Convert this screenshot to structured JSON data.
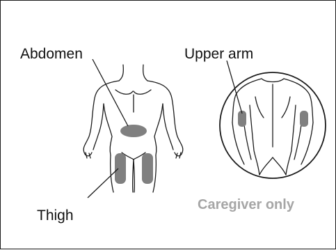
{
  "labels": {
    "abdomen": "Abdomen",
    "upper_arm": "Upper arm",
    "thigh": "Thigh",
    "caregiver_only": "Caregiver only"
  },
  "colors": {
    "outline": "#1a1a1a",
    "injection_site": "#808080",
    "caregiver_text": "#a6a6a6"
  },
  "icons": {
    "front_body": "front-body-figure",
    "back_upper_body": "back-upper-body-figure"
  }
}
